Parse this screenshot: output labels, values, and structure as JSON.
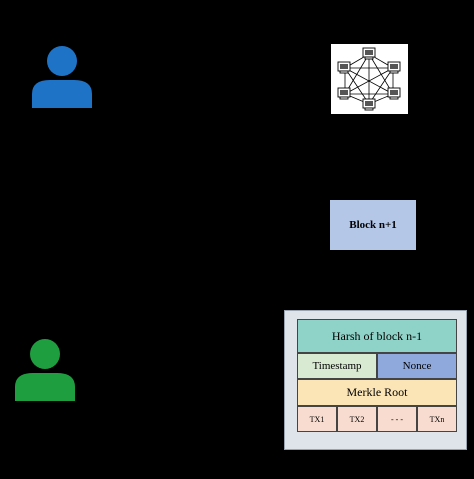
{
  "block_next": {
    "label": "Block n+1"
  },
  "block_structure": {
    "previous_hash": "Harsh of block n-1",
    "timestamp": "Timestamp",
    "nonce": "Nonce",
    "merkle_root": "Merkle Root",
    "transactions": [
      "TX1",
      "TX2",
      "- - -",
      "TXn"
    ]
  },
  "colors": {
    "background": "#000000",
    "user_top": "#1f73c7",
    "user_bottom": "#1f9e3f",
    "block_next_fill": "#b4c7e7",
    "hash_fill": "#8fd3c8",
    "timestamp_fill": "#d9ead3",
    "nonce_fill": "#8fa9dc",
    "merkle_fill": "#fbe5b6",
    "tx_fill": "#f8dccf"
  },
  "icons": [
    "user-icon",
    "user-icon",
    "p2p-network-icon"
  ]
}
